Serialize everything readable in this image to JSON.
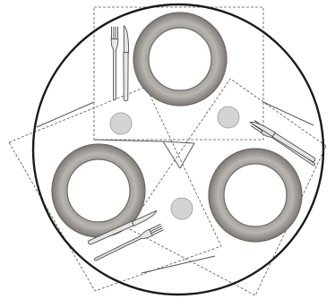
{
  "diagram": {
    "kind": "table-setting-plan",
    "table_shape": "round",
    "place_settings": 3,
    "items_per_setting": [
      "plate",
      "fork",
      "knife",
      "side-dish"
    ],
    "colors": {
      "table_outline": "#1a1a1a",
      "placemat_outline": "#555555",
      "plate_rim": "#8f8a86",
      "plate_center": "#ffffff",
      "side_dish": "#d4d4d4",
      "cutlery_fill": "#e6e6e6",
      "cutlery_stroke": "#4a4a4a"
    }
  }
}
